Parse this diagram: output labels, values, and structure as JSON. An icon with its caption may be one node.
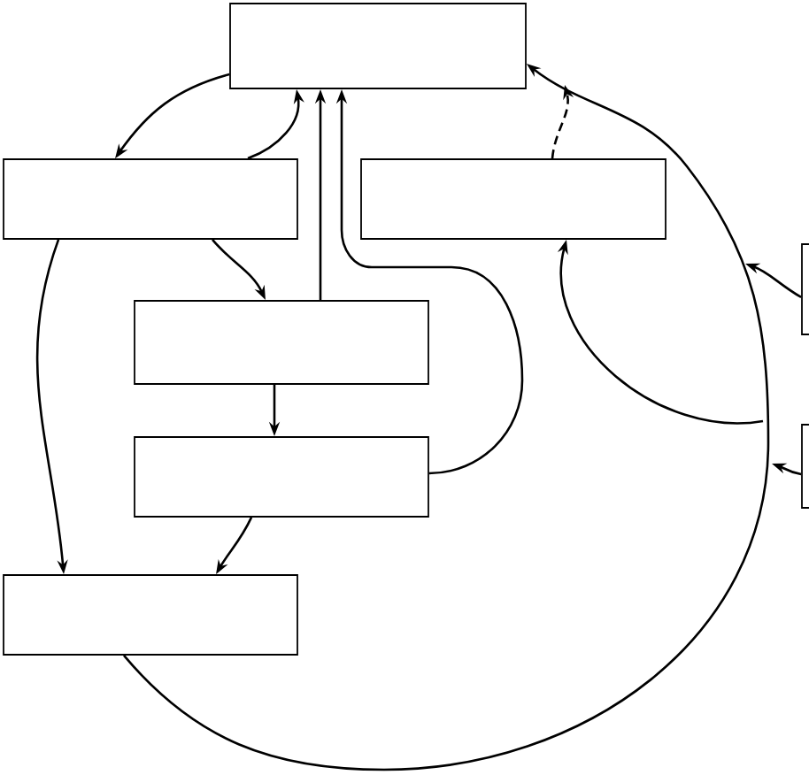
{
  "diagram": {
    "nodes": [
      {
        "text": [],
        "shape": "box"
      },
      {
        "text": [],
        "shape": "box"
      },
      {
        "text": [],
        "shape": "box"
      },
      {
        "text": [],
        "shape": "box"
      },
      {
        "text": [],
        "shape": "box"
      },
      {
        "text": [],
        "shape": "box"
      },
      {
        "text": [],
        "shape": "box"
      },
      {
        "text": [],
        "shape": "box"
      }
    ],
    "edges": [
      {
        "from": 0,
        "to": 1,
        "arrow": "to"
      },
      {
        "from": 1,
        "to": 0,
        "arrow": "to"
      },
      {
        "from": 1,
        "to": 3,
        "arrow": "to"
      },
      {
        "from": 3,
        "to": 0,
        "arrow": "to"
      },
      {
        "from": 3,
        "to": 4,
        "arrow": "to"
      },
      {
        "from": 4,
        "to": 0,
        "arrow": "to"
      },
      {
        "from": 1,
        "to": 5,
        "arrow": "to"
      },
      {
        "from": 4,
        "to": 5,
        "arrow": "to"
      },
      {
        "from": 5,
        "to": 0,
        "arrow": "to"
      },
      {
        "from": 2,
        "to": null,
        "arrow": "to",
        "style": "dashed"
      },
      {
        "from": null,
        "to": 2,
        "arrow": "to"
      },
      {
        "from": 6,
        "to": null,
        "arrow": "to"
      },
      {
        "from": 7,
        "to": null,
        "arrow": "to"
      }
    ]
  }
}
